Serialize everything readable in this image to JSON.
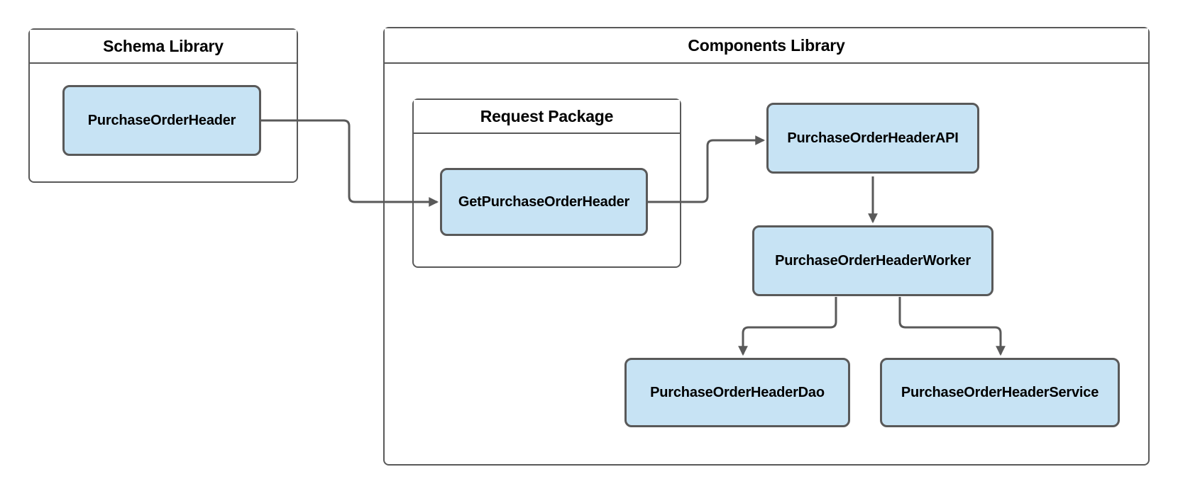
{
  "diagram": {
    "containers": [
      {
        "id": "schema-library",
        "title": "Schema Library",
        "contains": [
          "PurchaseOrderHeader"
        ]
      },
      {
        "id": "components-library",
        "title": "Components Library",
        "contains": [
          "Request Package",
          "PurchaseOrderHeaderAPI",
          "PurchaseOrderHeaderWorker",
          "PurchaseOrderHeaderDao",
          "PurchaseOrderHeaderService"
        ]
      },
      {
        "id": "request-package",
        "title": "Request Package",
        "contains": [
          "GetPurchaseOrderHeader"
        ]
      }
    ],
    "nodes": [
      {
        "id": "purchase-order-header",
        "label": "PurchaseOrderHeader"
      },
      {
        "id": "get-purchase-order-header",
        "label": "GetPurchaseOrderHeader"
      },
      {
        "id": "purchase-order-header-api",
        "label": "PurchaseOrderHeaderAPI"
      },
      {
        "id": "purchase-order-header-worker",
        "label": "PurchaseOrderHeaderWorker"
      },
      {
        "id": "purchase-order-header-dao",
        "label": "PurchaseOrderHeaderDao"
      },
      {
        "id": "purchase-order-header-service",
        "label": "PurchaseOrderHeaderService"
      }
    ],
    "edges": [
      {
        "from": "PurchaseOrderHeader",
        "to": "GetPurchaseOrderHeader",
        "arrow": "end"
      },
      {
        "from": "GetPurchaseOrderHeader",
        "to": "PurchaseOrderHeaderAPI",
        "arrow": "end"
      },
      {
        "from": "PurchaseOrderHeaderAPI",
        "to": "PurchaseOrderHeaderWorker",
        "arrow": "end"
      },
      {
        "from": "PurchaseOrderHeaderWorker",
        "to": "PurchaseOrderHeaderDao",
        "arrow": "end"
      },
      {
        "from": "PurchaseOrderHeaderWorker",
        "to": "PurchaseOrderHeaderService",
        "arrow": "end"
      }
    ],
    "theme": {
      "node_fill": "#c7e3f4",
      "node_border": "#595959",
      "container_border": "#595959",
      "line_color": "#595959",
      "text_color": "#000000",
      "background": "#ffffff"
    }
  }
}
